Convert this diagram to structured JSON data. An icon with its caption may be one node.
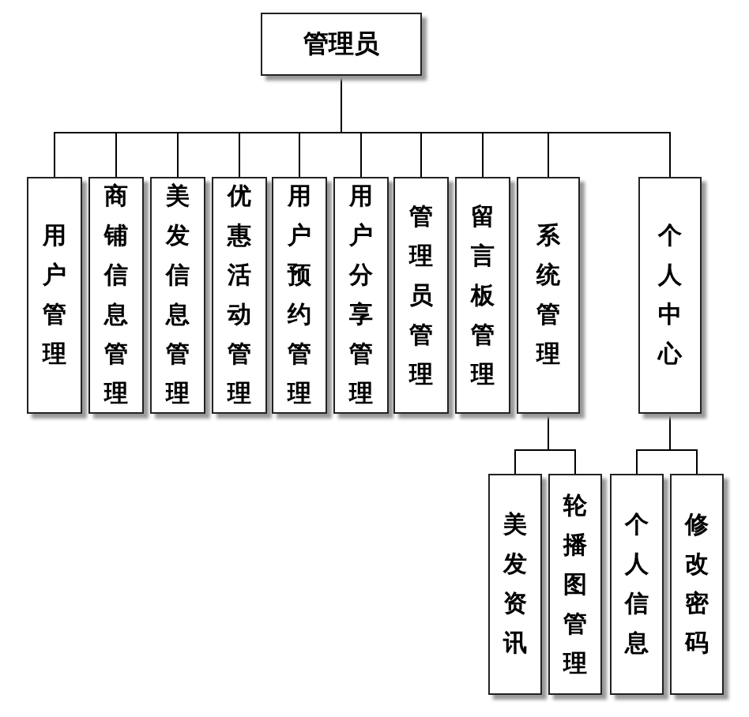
{
  "diagram": {
    "nodes": [
      {
        "text": [
          "管理员"
        ]
      },
      {
        "text": [
          "用户管理"
        ]
      },
      {
        "text": [
          "商铺信息管理"
        ]
      },
      {
        "text": [
          "美发信息管理"
        ]
      },
      {
        "text": [
          "优惠活动管理"
        ]
      },
      {
        "text": [
          "用户预约管理"
        ]
      },
      {
        "text": [
          "用户分享管理"
        ]
      },
      {
        "text": [
          "管理员管理"
        ]
      },
      {
        "text": [
          "留言板管理"
        ]
      },
      {
        "text": [
          "系统管理"
        ]
      },
      {
        "text": [
          "个人中心"
        ]
      },
      {
        "text": [
          "美发资讯"
        ]
      },
      {
        "text": [
          "轮播图管理"
        ]
      },
      {
        "text": [
          "个人信息"
        ]
      },
      {
        "text": [
          "修改密码"
        ]
      }
    ],
    "edges": [
      {
        "from": 0,
        "to": 1,
        "arrow": "none"
      },
      {
        "from": 0,
        "to": 2,
        "arrow": "none"
      },
      {
        "from": 0,
        "to": 3,
        "arrow": "none"
      },
      {
        "from": 0,
        "to": 4,
        "arrow": "none"
      },
      {
        "from": 0,
        "to": 5,
        "arrow": "none"
      },
      {
        "from": 0,
        "to": 6,
        "arrow": "none"
      },
      {
        "from": 0,
        "to": 7,
        "arrow": "none"
      },
      {
        "from": 0,
        "to": 8,
        "arrow": "none"
      },
      {
        "from": 0,
        "to": 9,
        "arrow": "none"
      },
      {
        "from": 0,
        "to": 10,
        "arrow": "none"
      },
      {
        "from": 9,
        "to": 11,
        "arrow": "none"
      },
      {
        "from": 9,
        "to": 12,
        "arrow": "none"
      },
      {
        "from": 10,
        "to": 13,
        "arrow": "none"
      },
      {
        "from": 10,
        "to": 14,
        "arrow": "none"
      }
    ]
  }
}
